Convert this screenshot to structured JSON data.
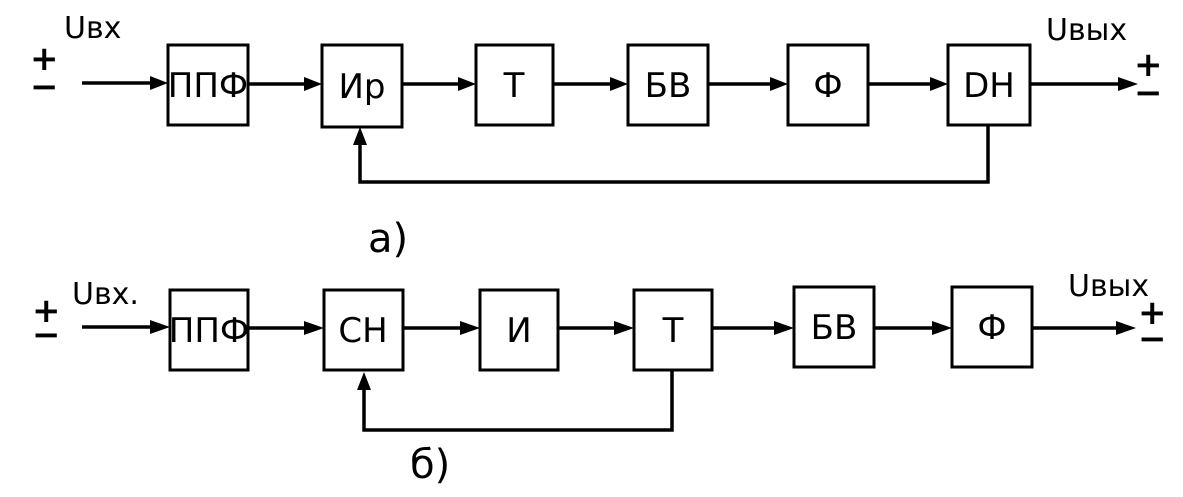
{
  "diagram_a": {
    "input_label": "Uвх",
    "input_plus": "+",
    "input_minus": "−",
    "blocks": [
      "ППФ",
      "Ир",
      "Т",
      "БВ",
      "Ф",
      "DH"
    ],
    "output_label": "Uвых",
    "output_plus": "+",
    "output_minus": "−",
    "caption": "а)"
  },
  "diagram_b": {
    "input_label": "Uвх.",
    "input_plus": "+",
    "input_minus": "−",
    "blocks": [
      "ППФ",
      "СН",
      "И",
      "Т",
      "БВ",
      "Ф"
    ],
    "output_label": "Uвых",
    "output_plus": "+",
    "output_minus": "−",
    "caption": "б)"
  }
}
